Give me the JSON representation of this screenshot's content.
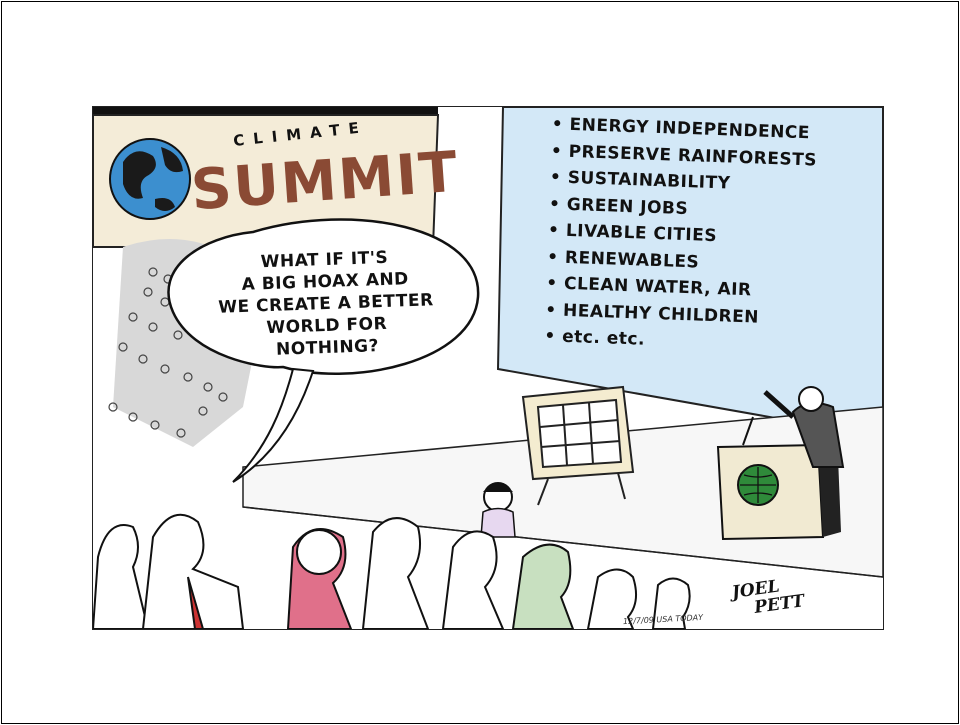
{
  "cartoon": {
    "banner": {
      "small_text": "CLIMATE",
      "big_text": "SUMMIT"
    },
    "speech_bubble": {
      "lines": [
        "WHAT IF IT'S",
        "A BIG HOAX AND",
        "WE CREATE A BETTER",
        "WORLD FOR NOTHING?"
      ]
    },
    "screen": {
      "items": [
        "ENERGY INDEPENDENCE",
        "PRESERVE RAINFORESTS",
        "SUSTAINABILITY",
        "GREEN JOBS",
        "LIVABLE CITIES",
        "RENEWABLES",
        "CLEAN WATER, AIR",
        "HEALTHY CHILDREN",
        "etc. etc."
      ]
    },
    "credit": {
      "date_source": "12/7/09 USA TODAY",
      "signature_line1": "JOEL",
      "signature_line2": "PETT"
    },
    "colors": {
      "screen_blue": "#d3e8f7",
      "banner_text": "#8a4a34",
      "globe_blue": "#3c8fcf",
      "globe_green": "#2f8a3a",
      "shirt_pink": "#e0708a"
    }
  }
}
